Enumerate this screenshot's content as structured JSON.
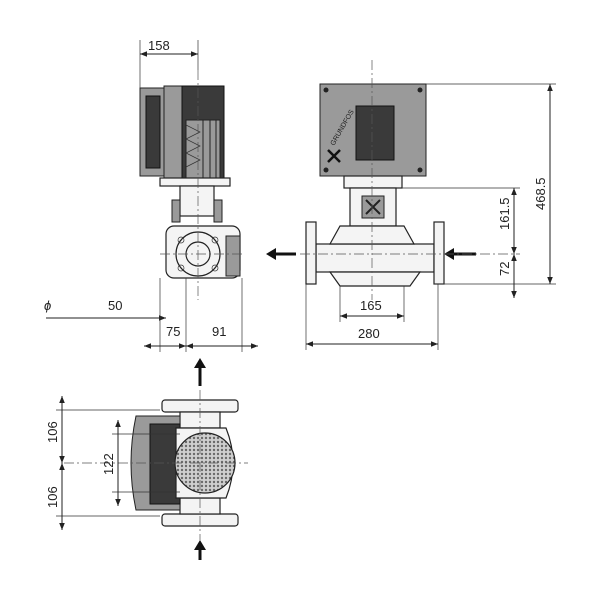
{
  "dimensions": {
    "top_width": "158",
    "total_height": "468.5",
    "motor_to_pipe": "161.5",
    "pipe_to_base": "72",
    "diameter_symbol": "ϕ",
    "diameter_value": "50",
    "left_offset": "75",
    "right_offset": "91",
    "inner_flange": "165",
    "port_to_port": "280",
    "upper_half": "106",
    "lower_half": "106",
    "housing_width": "122"
  },
  "icons": {
    "flow_arrows": "arrow-icon",
    "brand_mark": "grundfos-x-icon"
  },
  "colors": {
    "line": "#222222",
    "motor_dark": "#3a3a3a",
    "motor_mid": "#9a9a9a",
    "background": "#ffffff"
  }
}
